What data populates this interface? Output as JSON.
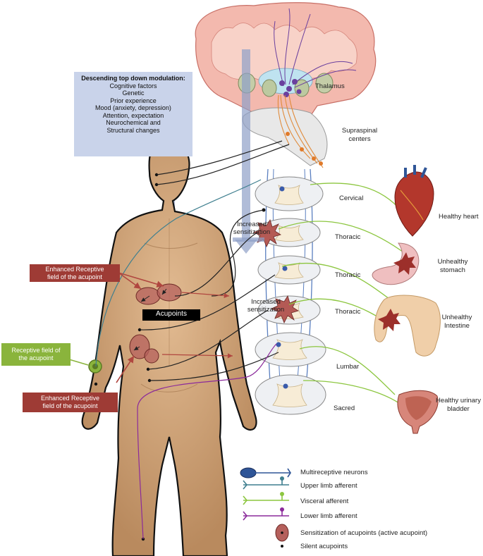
{
  "modulation_box": {
    "title": "Descending top down modulation:",
    "lines": [
      "Cognitive factors",
      "Genetic",
      "Prior experience",
      "Mood (anxiety, depression)",
      "Attention, expectation",
      "Neurochemical and",
      "Structural changes"
    ]
  },
  "brain": {
    "thalamus_label": "Thalamus",
    "supraspinal_label_1": "Supraspinal",
    "supraspinal_label_2": "centers"
  },
  "spinal_levels": [
    "Cervical",
    "Thoracic",
    "Thoracic",
    "Thoracic",
    "Lumbar",
    "Sacred"
  ],
  "sensitization_labels": [
    {
      "line1": "Increased",
      "line2": "sensitization"
    },
    {
      "line1": "Increased",
      "line2": "sensitization"
    }
  ],
  "organs": {
    "heart": {
      "line1": "Healthy heart",
      "line2": ""
    },
    "stomach": {
      "line1": "Unhealthy",
      "line2": "stomach"
    },
    "intestine": {
      "line1": "Unhealthy",
      "line2": "Intestine"
    },
    "bladder": {
      "line1": "Healthy urinary",
      "line2": "bladder"
    }
  },
  "body_labels": {
    "enhanced_upper": {
      "line1": "Enhanced Receptive",
      "line2": "field of the acupoint"
    },
    "acupoints": "Acupoints",
    "receptive_field": {
      "line1": "Receptive field of",
      "line2": "the acupoint"
    },
    "enhanced_lower": {
      "line1": "Enhanced Receptive",
      "line2": "field of the acupoint"
    }
  },
  "legend": [
    {
      "label": "Multireceptive neurons",
      "icon": "neuron-icon",
      "color": "#2f5597"
    },
    {
      "label": "Upper limb afferent",
      "icon": "afferent-icon",
      "color": "#3f7f8f"
    },
    {
      "label": "Visceral afferent",
      "icon": "afferent-icon",
      "color": "#8cc63f"
    },
    {
      "label": "Lower limb afferent",
      "icon": "afferent-icon",
      "color": "#8b2a9b"
    },
    {
      "label": "Sensitization of acupoints (active acupoint)",
      "icon": "active-acupoint-icon",
      "color": "#b5605c"
    },
    {
      "label": "Silent acupoints",
      "icon": "dot-icon",
      "color": "#111111"
    }
  ],
  "colors": {
    "brain": "#f2b8ae",
    "body": "#c89a72",
    "label_red": "#9e3b35",
    "label_green": "#8ab43c",
    "modulation_box": "#c9d3ea",
    "arrow": "#8fa0c8"
  }
}
